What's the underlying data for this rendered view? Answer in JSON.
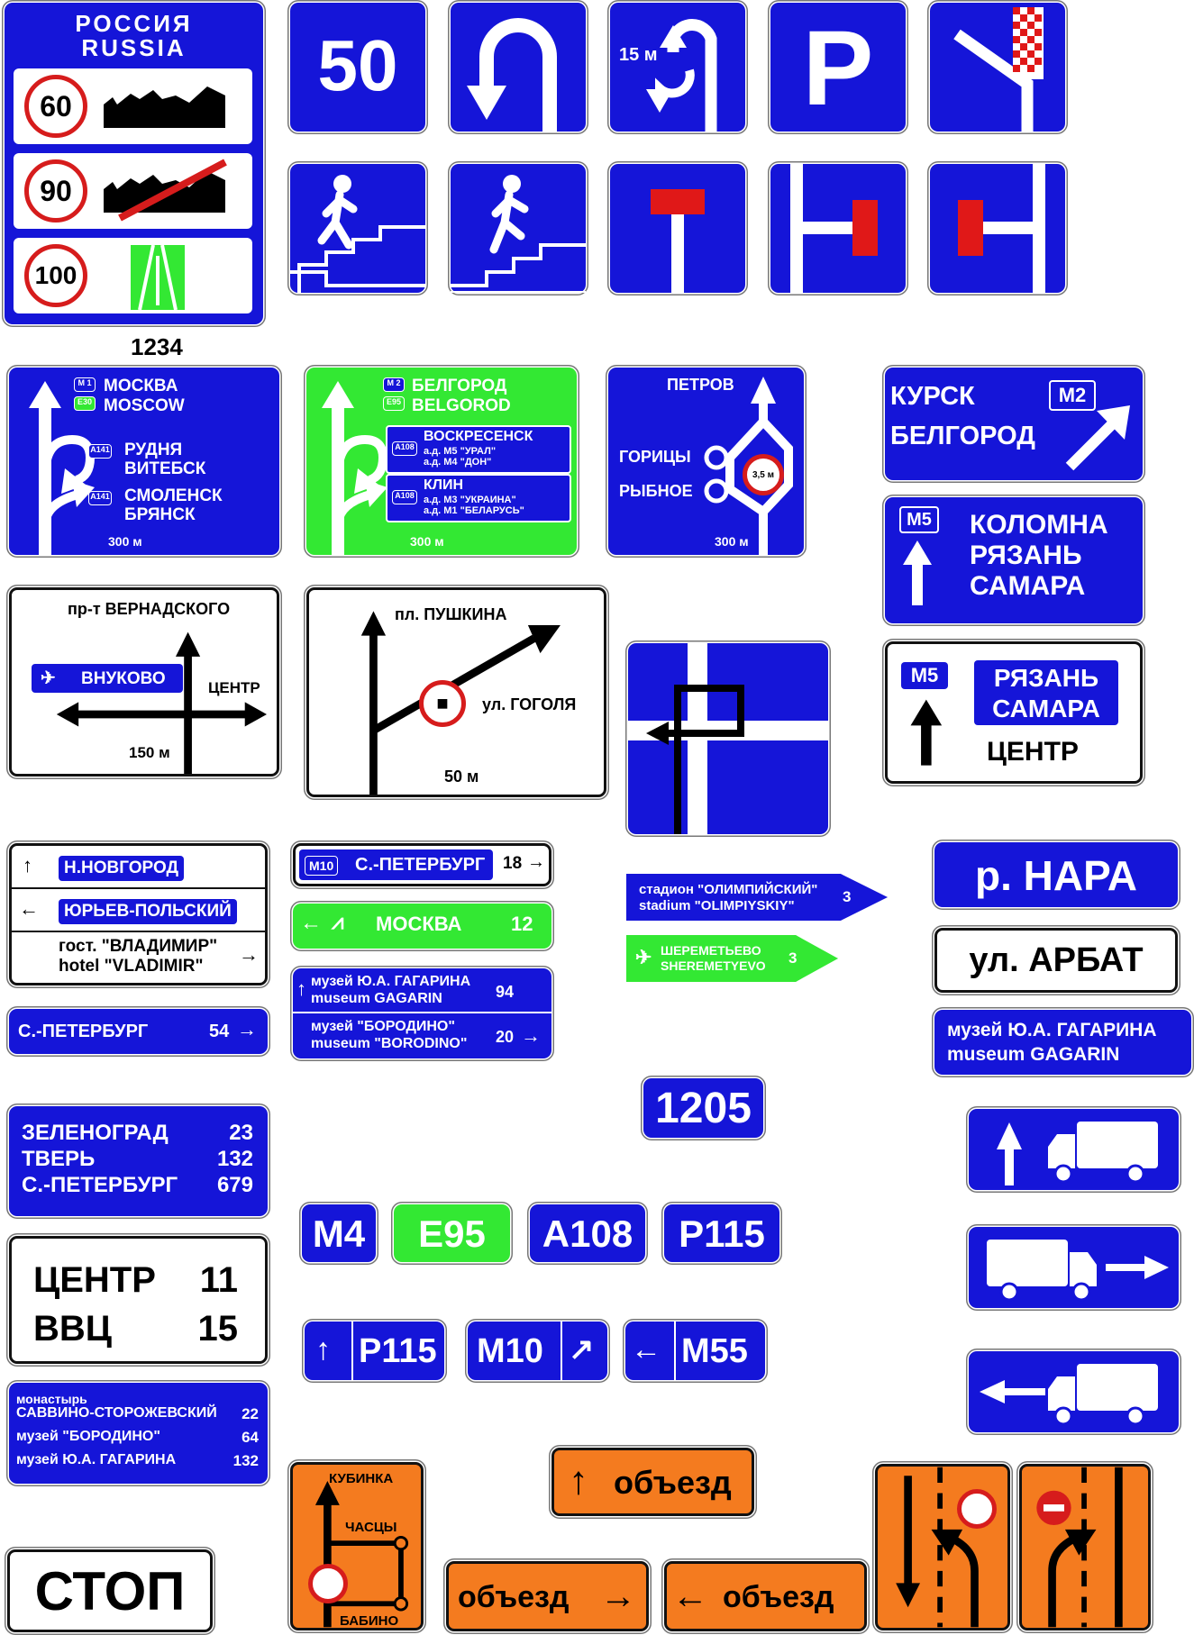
{
  "russia": {
    "title_ru": "РОССИЯ",
    "title_en": "RUSSIA",
    "limit_1": "60",
    "limit_2": "90",
    "limit_3": "100",
    "number": "1234"
  },
  "top_signs": {
    "speed": "50",
    "turn_distance": "15 м",
    "parking": "P"
  },
  "dir_moscow": {
    "code_1": "M 1",
    "code_2": "E30",
    "line_1": "МОСКВА",
    "line_2": "MOSCOW",
    "code_3": "A141",
    "line_3": "РУДНЯ",
    "line_4": "ВИТЕБСК",
    "code_4": "A141",
    "line_5": "СМОЛЕНСК",
    "line_6": "БРЯНСК",
    "distance": "300 м"
  },
  "dir_belgorod": {
    "code_1": "M 2",
    "code_2": "E95",
    "line_1": "БЕЛГОРОД",
    "line_2": "BELGOROD",
    "code_3": "A108",
    "box1_title": "ВОСКРЕСЕНСК",
    "box1_l1": "а.д. М5 \"УРАЛ\"",
    "box1_l2": "а.д. М4 \"ДОН\"",
    "code_4": "A108",
    "box2_title": "КЛИН",
    "box2_l1": "а.д. М3 \"УКРАИНА\"",
    "box2_l2": "а.д. М1 \"БЕЛАРУСЬ\"",
    "distance": "300 м"
  },
  "dir_petrov": {
    "top": "ПЕТРОВ",
    "left_1": "ГОРИЦЫ",
    "left_2": "РЫБНОЕ",
    "limit": "3,5 м",
    "distance": "300 м"
  },
  "kursk": {
    "line_1": "КУРСК",
    "line_2": "БЕЛГОРОД",
    "code": "M2"
  },
  "kolomna": {
    "code": "M5",
    "line_1": "КОЛОМНА",
    "line_2": "РЯЗАНЬ",
    "line_3": "САМАРА"
  },
  "ryazan": {
    "code": "M5",
    "line_1": "РЯЗАНЬ",
    "line_2": "САМАРА",
    "line_3": "ЦЕНТР"
  },
  "vernadsky": {
    "top": "пр-т ВЕРНАДСКОГО",
    "airport": "ВНУКОВО",
    "right": "ЦЕНТР",
    "distance": "150 м"
  },
  "pushkin": {
    "top": "пл. ПУШКИНА",
    "right": "ул. ГОГОЛЯ",
    "distance": "50 м"
  },
  "list_signs": {
    "nov_1": "Н.НОВГОРОД",
    "nov_2": "ЮРЬЕВ-ПОЛЬСКИЙ",
    "hotel_ru": "гост. \"ВЛАДИМИР\"",
    "hotel_en": "hotel \"VLADIMIR\"",
    "spb_code": "M10",
    "spb_name": "С.-ПЕТЕРБУРГ",
    "spb_dist": "18",
    "moscow_name": "МОСКВА",
    "moscow_dist": "12",
    "museum_1_ru": "музей Ю.А. ГАГАРИНА",
    "museum_1_en": "museum  GAGARIN",
    "museum_1_dist": "94",
    "museum_2_ru": "музей \"БОРОДИНО\"",
    "museum_2_en": "museum \"BORODINO\"",
    "museum_2_dist": "20",
    "spb2_name": "С.-ПЕТЕРБУРГ",
    "spb2_dist": "54"
  },
  "pointers": {
    "stadium_ru": "стадион \"ОЛИМПИЙСКИЙ\"",
    "stadium_en": "stadium \"OLIMPIYSKIY\"",
    "stadium_dist": "3",
    "airport_ru": "ШЕРЕМЕТЬЕВО",
    "airport_en": "SHEREMETYEVO",
    "airport_dist": "3"
  },
  "names": {
    "river": "р. НАРА",
    "street": "ул.  АРБАТ",
    "museum_ru": "музей Ю.А. ГАГАРИНА",
    "museum_en": "museum  GAGARIN"
  },
  "route_number": "1205",
  "distances": {
    "r1_name": "ЗЕЛЕНОГРАД",
    "r1_val": "23",
    "r2_name": "ТВЕРЬ",
    "r2_val": "132",
    "r3_name": "С.-ПЕТЕРБУРГ",
    "r3_val": "679",
    "c1_name": "ЦЕНТР",
    "c1_val": "11",
    "c2_name": "ВВЦ",
    "c2_val": "15",
    "m_pre": "монастырь",
    "m1_name": "САВВИНО-СТОРОЖЕВСКИЙ",
    "m1_val": "22",
    "m2_name": "музей \"БОРОДИНО\"",
    "m2_val": "64",
    "m3_name": "музей Ю.А. ГАГАРИНА",
    "m3_val": "132"
  },
  "road_numbers": {
    "r1": "M4",
    "r2": "E95",
    "r3": "A108",
    "r4": "P115",
    "r5": "P115",
    "r6": "M10",
    "r7": "M55"
  },
  "detour": {
    "label_1": "объезд",
    "label_2": "объезд",
    "label_3": "объезд",
    "top": "КУБИНКА",
    "mid": "ЧАСЦЫ",
    "bottom": "БАБИНО"
  },
  "stop": "СТОП",
  "colors": {
    "blue": "#1515d8",
    "green": "#33e833",
    "orange": "#f47b1f",
    "red": "#d61c1c"
  }
}
